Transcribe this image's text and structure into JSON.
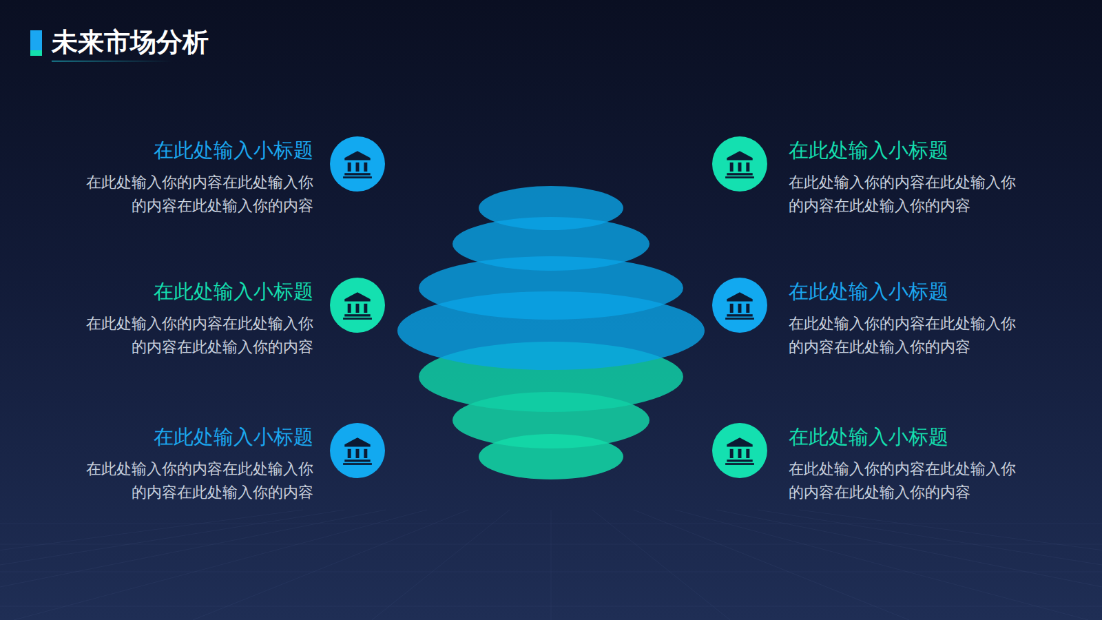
{
  "diagram": {
    "title": "未来市场分析",
    "nodes": [
      {
        "text": [
          "在此处输入小标题",
          "在此处输入你的内容在此处输入你 的内容在此处输入你的内容"
        ]
      },
      {
        "text": [
          "在此处输入小标题",
          "在此处输入你的内容在此处输入你 的内容在此处输入你的内容"
        ]
      },
      {
        "text": [
          "在此处输入小标题",
          "在此处输入你的内容在此处输入你 的内容在此处输入你的内容"
        ]
      },
      {
        "text": [
          "在此处输入小标题",
          "在此处输入你的内容在此处输入你 的内容在此处输入你的内容"
        ]
      },
      {
        "text": [
          "在此处输入小标题",
          "在此处输入你的内容在此处输入你 的内容在此处输入你的内容"
        ]
      },
      {
        "text": [
          "在此处输入小标题",
          "在此处输入你的内容在此处输入你 的内容在此处输入你的内容"
        ]
      }
    ]
  }
}
